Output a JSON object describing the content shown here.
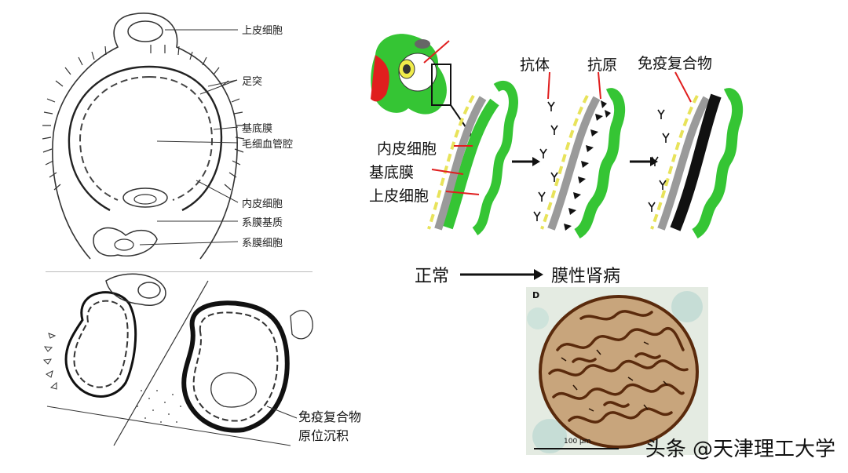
{
  "top_left_diagram": {
    "labels": {
      "epithelial_cell": "上皮细胞",
      "foot_process": "足突",
      "basement_membrane": "基底膜",
      "capillary_lumen": "毛细血管腔",
      "endothelial_cell": "内皮细胞",
      "mesangial_matrix": "系膜基质",
      "mesangial_cell": "系膜细胞"
    }
  },
  "bottom_left_diagram": {
    "label_line1": "免疫复合物",
    "label_line2": "原位沉积"
  },
  "right_diagram": {
    "labels": {
      "endothelial_cell": "内皮细胞",
      "basement_membrane": "基底膜",
      "epithelial_cell": "上皮细胞",
      "antibody": "抗体",
      "antigen": "抗原",
      "immune_complex": "免疫复合物"
    },
    "caption_normal": "正常",
    "caption_disease": "膜性肾病"
  },
  "micrograph": {
    "panel_letter": "D",
    "scale_bar": "100 μm"
  },
  "watermark": "头条 @天津理工大学",
  "colors": {
    "green": "#35c534",
    "gray": "#9a9a9a",
    "yellow": "#e8e35a",
    "red_arrow": "#e01e1e",
    "brown": "#5a2a0c"
  }
}
